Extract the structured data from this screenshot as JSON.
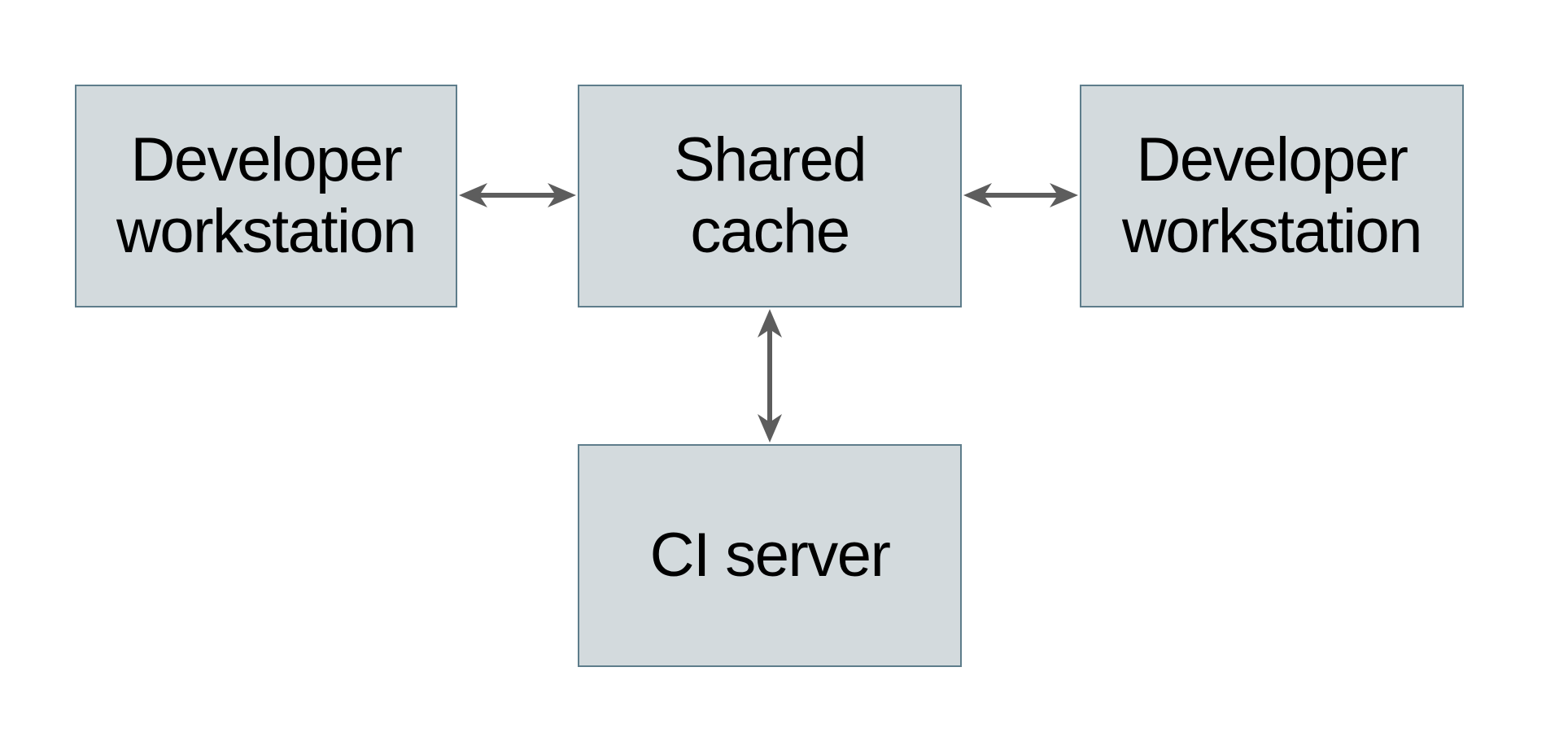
{
  "diagram": {
    "colors": {
      "background": "#ffffff",
      "node_fill": "#d3dadd",
      "node_border": "#5e7d8b",
      "arrow": "#5d5d5d",
      "text": "#000000"
    },
    "nodes": {
      "dev_left": {
        "label": "Developer workstation",
        "line1": "Developer",
        "line2": "workstation"
      },
      "shared_cache": {
        "label": "Shared cache",
        "line1": "Shared",
        "line2": "cache"
      },
      "dev_right": {
        "label": "Developer workstation",
        "line1": "Developer",
        "line2": "workstation"
      },
      "ci_server": {
        "label": "CI server",
        "line1": "CI server"
      }
    },
    "edges": [
      {
        "from": "dev_left",
        "to": "shared_cache",
        "type": "bidirectional-arrow"
      },
      {
        "from": "shared_cache",
        "to": "dev_right",
        "type": "bidirectional-arrow"
      },
      {
        "from": "shared_cache",
        "to": "ci_server",
        "type": "bidirectional-arrow"
      }
    ]
  }
}
